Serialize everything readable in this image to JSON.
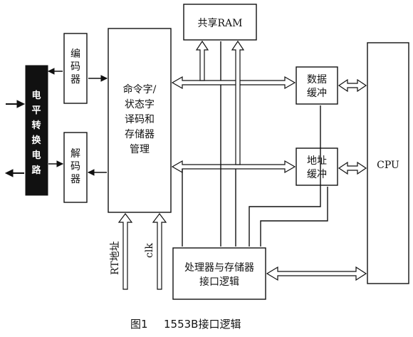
{
  "blocks": {
    "level_converter": "电平转换电路",
    "encoder": "编码器",
    "decoder": "解码器",
    "command_manager": [
      "命令字/",
      "状态字",
      "译码和",
      "存储器",
      "管理"
    ],
    "shared_ram": "共享RAM",
    "data_buffer": [
      "数据",
      "缓冲"
    ],
    "address_buffer": [
      "地址",
      "缓冲"
    ],
    "cpu": "CPU",
    "processor_interface": [
      "处理器与存储器",
      "接口逻辑"
    ]
  },
  "inputs": {
    "rt_address": "RT地址",
    "clk": "clk"
  },
  "caption": {
    "figure": "图1",
    "title": "1553B接口逻辑"
  }
}
